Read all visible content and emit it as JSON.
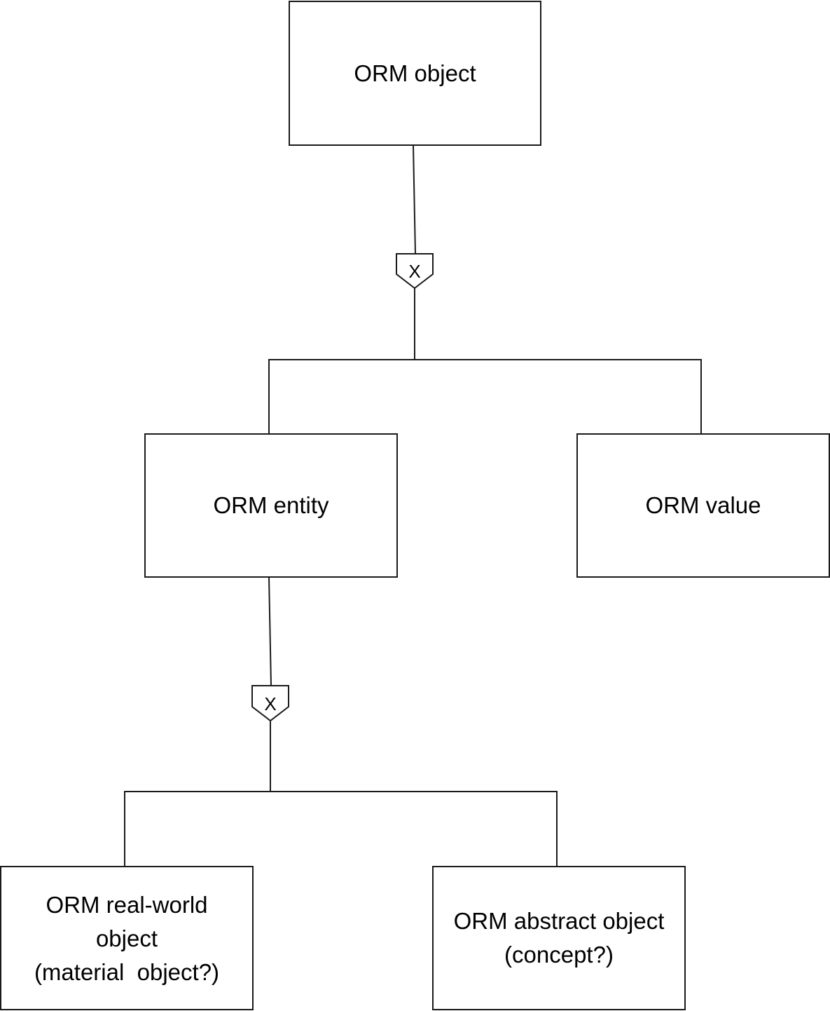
{
  "nodes": {
    "orm_object": {
      "lines": [
        "ORM object"
      ]
    },
    "orm_entity": {
      "lines": [
        "ORM entity"
      ]
    },
    "orm_value": {
      "lines": [
        "ORM value"
      ]
    },
    "orm_real_world_object": {
      "lines": [
        "ORM real-world",
        "object",
        "(material  object?)"
      ]
    },
    "orm_abstract_object": {
      "lines": [
        "ORM abstract object",
        "(concept?)"
      ]
    }
  },
  "constraints": {
    "top": {
      "symbol": "X"
    },
    "bottom": {
      "symbol": "X"
    }
  }
}
